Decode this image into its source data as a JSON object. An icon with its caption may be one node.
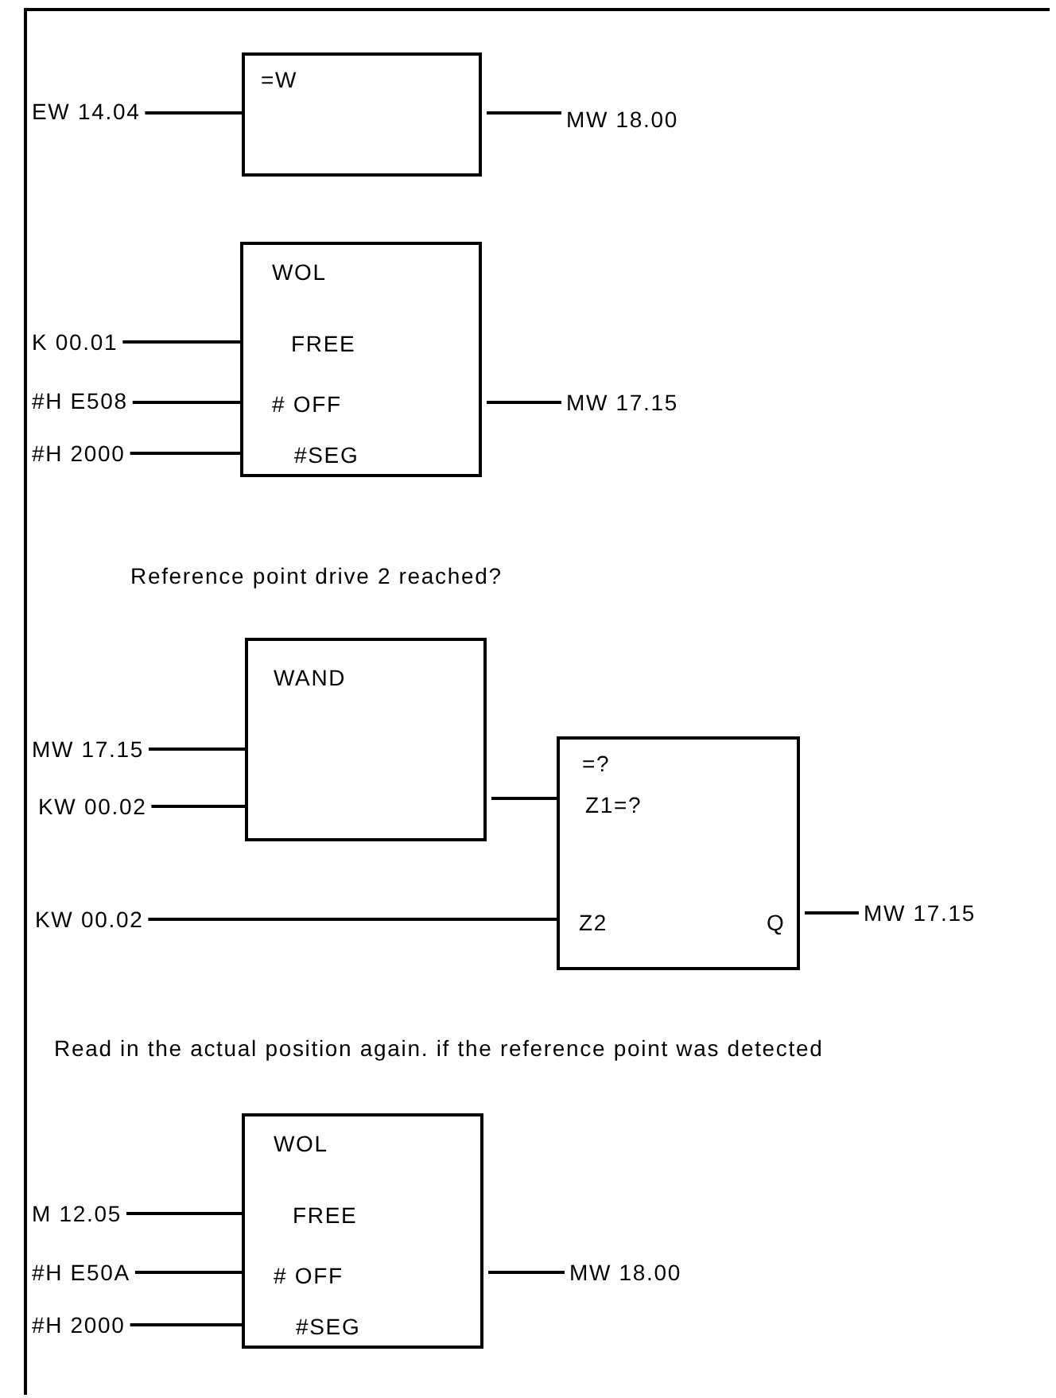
{
  "diagram": {
    "nodes": [
      {
        "text": [
          "=W"
        ]
      },
      {
        "text": [
          "EW 14.04"
        ]
      },
      {
        "text": [
          "MW 18.00"
        ]
      },
      {
        "text": [
          "WOL",
          "FREE",
          "# OFF",
          "#SEG"
        ]
      },
      {
        "text": [
          "K 00.01"
        ]
      },
      {
        "text": [
          "#H E508"
        ]
      },
      {
        "text": [
          "#H 2000"
        ]
      },
      {
        "text": [
          "MW 17.15"
        ]
      },
      {
        "text": [
          "WAND"
        ]
      },
      {
        "text": [
          "MW 17.15"
        ]
      },
      {
        "text": [
          "KW 00.02"
        ]
      },
      {
        "text": [
          "=?",
          "Z1=?",
          "Z2",
          "Q"
        ]
      },
      {
        "text": [
          "KW 00.02"
        ]
      },
      {
        "text": [
          "MW 17.15"
        ]
      },
      {
        "text": [
          "WOL",
          "FREE",
          "# OFF",
          "#SEG"
        ]
      },
      {
        "text": [
          "M 12.05"
        ]
      },
      {
        "text": [
          "#H E50A"
        ]
      },
      {
        "text": [
          "#H 2000"
        ]
      },
      {
        "text": [
          "MW 18.00"
        ]
      }
    ],
    "edges": [
      {
        "from": 1,
        "to": 0,
        "arrow": "none"
      },
      {
        "from": 0,
        "to": 2,
        "arrow": "none"
      },
      {
        "from": 4,
        "to": 3,
        "arrow": "none"
      },
      {
        "from": 5,
        "to": 3,
        "arrow": "none"
      },
      {
        "from": 6,
        "to": 3,
        "arrow": "none"
      },
      {
        "from": 3,
        "to": 7,
        "arrow": "none"
      },
      {
        "from": 9,
        "to": 8,
        "arrow": "none"
      },
      {
        "from": 10,
        "to": 8,
        "arrow": "none"
      },
      {
        "from": 8,
        "to": 11,
        "arrow": "none"
      },
      {
        "from": 12,
        "to": 11,
        "arrow": "none"
      },
      {
        "from": 11,
        "to": 13,
        "arrow": "none"
      },
      {
        "from": 15,
        "to": 14,
        "arrow": "none"
      },
      {
        "from": 16,
        "to": 14,
        "arrow": "none"
      },
      {
        "from": 17,
        "to": 14,
        "arrow": "none"
      },
      {
        "from": 14,
        "to": 18,
        "arrow": "none"
      }
    ],
    "labels": [
      "Reference point drive 2 reached?",
      "Read in the actual position again. if the reference point was detected"
    ]
  }
}
